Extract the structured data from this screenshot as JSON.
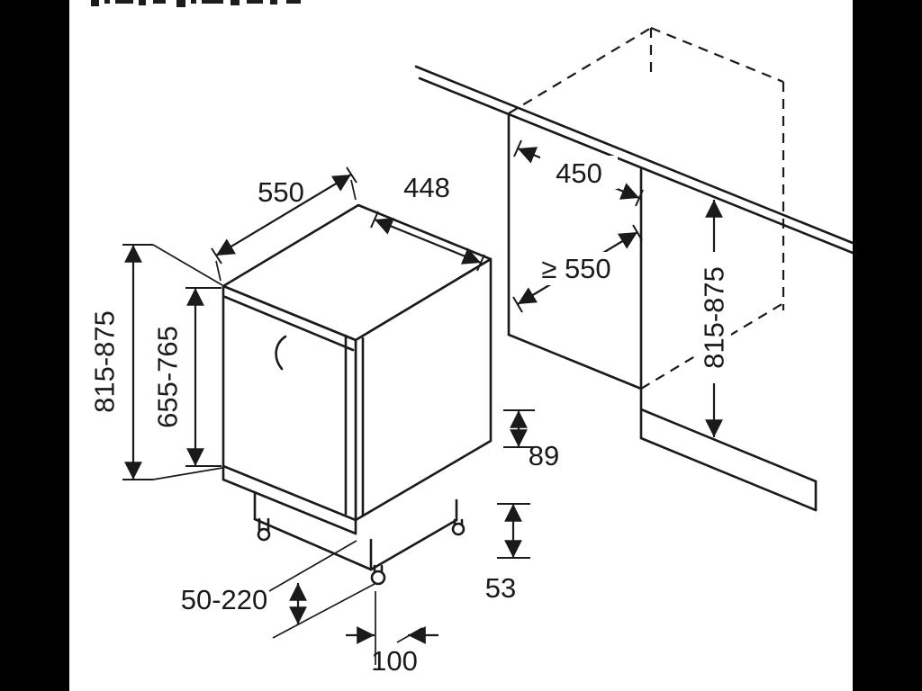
{
  "colors": {
    "background": "#ffffff",
    "letterbox": "#000000",
    "line": "#1a1a1a"
  },
  "diagram": {
    "description": "Built-in dishwasher installation dimension drawing (isometric)",
    "labels": {
      "appliance_depth": "550",
      "appliance_width": "448",
      "niche_width": "450",
      "niche_depth": "≥ 550",
      "appliance_height": "815-875",
      "door_panel_height": "655-765",
      "base_dim_89": "89",
      "base_dim_53": "53",
      "foot_adjustment": "50-220",
      "plinth_recess": "100",
      "niche_height": "815-875"
    }
  }
}
